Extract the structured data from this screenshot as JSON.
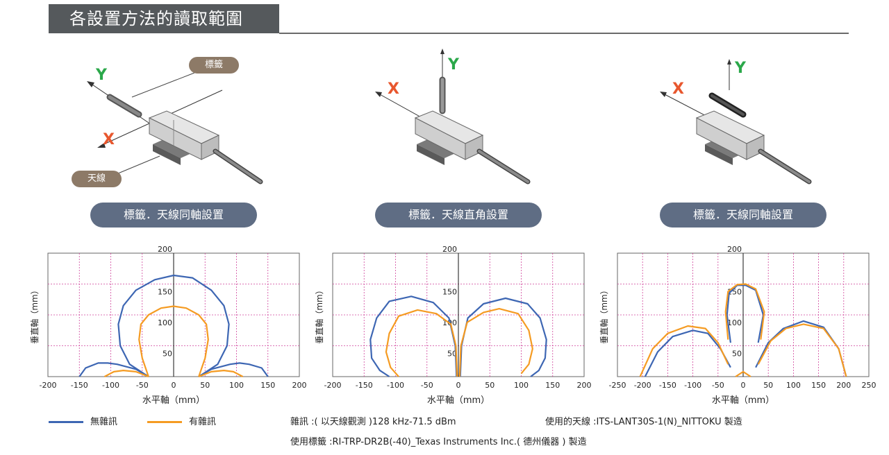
{
  "header": {
    "title": "各設置方法的讀取範圍"
  },
  "setups": [
    {
      "label": "標籤．天線同軸設置",
      "tag_label": "標籤",
      "tag_antenna": "天線",
      "axis_y": "Y",
      "axis_x": "X"
    },
    {
      "label": "標籤．天線直角設置",
      "axis_y": "Y",
      "axis_x": "X"
    },
    {
      "label": "標籤．天線同軸設置",
      "axis_y": "Y",
      "axis_x": "X"
    }
  ],
  "colors": {
    "no_noise": "#3d66b3",
    "with_noise": "#f59b22",
    "grid": "#d0429a",
    "pill": "#5f6d84",
    "tag": "#8d7a67"
  },
  "chart_data": [
    {
      "type": "line",
      "xlabel": "水平軸（mm）",
      "ylabel": "垂直軸（mm）",
      "xlim": [
        -200,
        200
      ],
      "ylim": [
        0,
        200
      ],
      "xticks": [
        "-200",
        "-150",
        "-100",
        "-50",
        "0",
        "50",
        "100",
        "150",
        "200"
      ],
      "yticks": [
        "50",
        "100",
        "150",
        "200"
      ],
      "series": [
        {
          "name": "無雜訊",
          "paths": [
            [
              [
                -40,
                0
              ],
              [
                -70,
                20
              ],
              [
                -85,
                50
              ],
              [
                -88,
                85
              ],
              [
                -80,
                115
              ],
              [
                -60,
                140
              ],
              [
                -30,
                157
              ],
              [
                0,
                164
              ],
              [
                30,
                160
              ],
              [
                60,
                140
              ],
              [
                80,
                115
              ],
              [
                88,
                85
              ],
              [
                85,
                50
              ],
              [
                70,
                20
              ],
              [
                40,
                0
              ]
            ],
            [
              [
                -150,
                0
              ],
              [
                -140,
                14
              ],
              [
                -120,
                22
              ],
              [
                -105,
                22
              ],
              [
                -90,
                20
              ],
              [
                -60,
                12
              ],
              [
                -40,
                0
              ]
            ],
            [
              [
                40,
                0
              ],
              [
                60,
                12
              ],
              [
                90,
                20
              ],
              [
                105,
                22
              ],
              [
                120,
                20
              ],
              [
                140,
                14
              ],
              [
                150,
                0
              ]
            ]
          ]
        },
        {
          "name": "有雜訊",
          "paths": [
            [
              [
                -40,
                0
              ],
              [
                -50,
                30
              ],
              [
                -55,
                60
              ],
              [
                -52,
                85
              ],
              [
                -40,
                100
              ],
              [
                -20,
                111
              ],
              [
                0,
                114
              ],
              [
                20,
                111
              ],
              [
                40,
                100
              ],
              [
                52,
                85
              ],
              [
                55,
                60
              ],
              [
                50,
                30
              ],
              [
                40,
                0
              ]
            ],
            [
              [
                -110,
                0
              ],
              [
                -95,
                8
              ],
              [
                -80,
                10
              ],
              [
                -60,
                8
              ],
              [
                -40,
                0
              ]
            ],
            [
              [
                40,
                0
              ],
              [
                60,
                8
              ],
              [
                80,
                10
              ],
              [
                95,
                8
              ],
              [
                110,
                0
              ]
            ]
          ]
        }
      ]
    },
    {
      "type": "line",
      "xlabel": "水平軸（mm）",
      "ylabel": "垂直軸（mm）",
      "xlim": [
        -200,
        200
      ],
      "ylim": [
        0,
        200
      ],
      "xticks": [
        "-200",
        "-150",
        "-100",
        "-50",
        "0",
        "50",
        "100",
        "150",
        "200"
      ],
      "yticks": [
        "50",
        "100",
        "150",
        "200"
      ],
      "series": [
        {
          "name": "無雜訊",
          "paths": [
            [
              [
                -3,
                0
              ],
              [
                -5,
                50
              ],
              [
                -15,
                95
              ],
              [
                -40,
                120
              ],
              [
                -75,
                130
              ],
              [
                -110,
                122
              ],
              [
                -130,
                95
              ],
              [
                -140,
                60
              ],
              [
                -138,
                30
              ],
              [
                -125,
                10
              ],
              [
                -110,
                0
              ]
            ],
            [
              [
                3,
                0
              ],
              [
                5,
                50
              ],
              [
                15,
                95
              ],
              [
                40,
                118
              ],
              [
                75,
                127
              ],
              [
                110,
                118
              ],
              [
                130,
                95
              ],
              [
                140,
                60
              ],
              [
                138,
                30
              ],
              [
                128,
                10
              ],
              [
                115,
                0
              ]
            ]
          ]
        },
        {
          "name": "有雜訊",
          "paths": [
            [
              [
                -2,
                0
              ],
              [
                -4,
                50
              ],
              [
                -12,
                85
              ],
              [
                -35,
                102
              ],
              [
                -65,
                108
              ],
              [
                -95,
                98
              ],
              [
                -110,
                70
              ],
              [
                -115,
                40
              ],
              [
                -108,
                15
              ],
              [
                -95,
                0
              ]
            ],
            [
              [
                2,
                0
              ],
              [
                4,
                50
              ],
              [
                14,
                88
              ],
              [
                40,
                104
              ],
              [
                65,
                110
              ],
              [
                95,
                102
              ],
              [
                112,
                75
              ],
              [
                118,
                45
              ],
              [
                112,
                20
              ],
              [
                100,
                5
              ]
            ]
          ]
        }
      ]
    },
    {
      "type": "line",
      "xlabel": "水平軸（mm）",
      "ylabel": "垂直軸（mm）",
      "xlim": [
        -250,
        250
      ],
      "ylim": [
        0,
        200
      ],
      "xticks": [
        "-250",
        "-200",
        "-150",
        "-100",
        "-50",
        "0",
        "50",
        "100",
        "150",
        "200",
        "250"
      ],
      "yticks": [
        "50",
        "100",
        "150",
        "200"
      ],
      "series": [
        {
          "name": "無雜訊",
          "paths": [
            [
              [
                -195,
                0
              ],
              [
                -170,
                40
              ],
              [
                -140,
                65
              ],
              [
                -100,
                75
              ],
              [
                -70,
                70
              ],
              [
                -45,
                45
              ],
              [
                -25,
                15
              ]
            ],
            [
              [
                -25,
                55
              ],
              [
                -32,
                100
              ],
              [
                -28,
                135
              ],
              [
                -12,
                148
              ],
              [
                5,
                148
              ],
              [
                25,
                140
              ],
              [
                40,
                100
              ],
              [
                30,
                55
              ]
            ],
            [
              [
                25,
                15
              ],
              [
                50,
                55
              ],
              [
                80,
                78
              ],
              [
                120,
                90
              ],
              [
                160,
                80
              ],
              [
                190,
                45
              ],
              [
                205,
                0
              ]
            ]
          ]
        },
        {
          "name": "有雜訊",
          "paths": [
            [
              [
                -205,
                0
              ],
              [
                -180,
                45
              ],
              [
                -150,
                70
              ],
              [
                -110,
                82
              ],
              [
                -75,
                78
              ],
              [
                -50,
                55
              ],
              [
                -30,
                20
              ]
            ],
            [
              [
                -30,
                60
              ],
              [
                -35,
                105
              ],
              [
                -30,
                138
              ],
              [
                -12,
                149
              ],
              [
                5,
                150
              ],
              [
                25,
                142
              ],
              [
                42,
                105
              ],
              [
                35,
                60
              ]
            ],
            [
              [
                -15,
                0
              ],
              [
                0,
                8
              ],
              [
                15,
                0
              ]
            ],
            [
              [
                30,
                20
              ],
              [
                55,
                58
              ],
              [
                85,
                78
              ],
              [
                120,
                85
              ],
              [
                160,
                78
              ],
              [
                190,
                45
              ],
              [
                205,
                0
              ]
            ]
          ]
        }
      ]
    }
  ],
  "legend": {
    "no_noise": "無雜訊",
    "with_noise": "有雜訊"
  },
  "notes": {
    "noise": "雜訊 :( 以天線觀測 )128 kHz-71.5 dBm",
    "antenna": "使用的天線 :ITS-LANT30S-1(N)_NITTOKU 製造",
    "tag": "使用標籤 :RI-TRP-DR2B(-40)_Texas Instruments Inc.( 德州儀器 ) 製造"
  }
}
